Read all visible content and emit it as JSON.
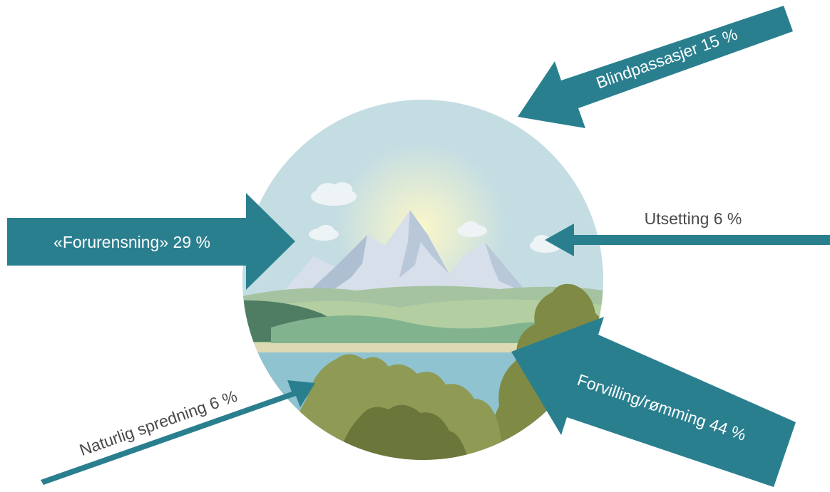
{
  "colors": {
    "arrow": "#2a7f8f",
    "sky": "#c4dde3",
    "water": "#8fc3cf",
    "mountain": "#dfe6ef",
    "hills": "#7db08d",
    "forest": "#7f8a45",
    "label_dark": "#4a4a4a",
    "label_light": "#ffffff"
  },
  "arrows": [
    {
      "id": "forurensning",
      "label": "«Forurensning» 29 %",
      "percent": 29
    },
    {
      "id": "blindpassasjer",
      "label": "Blindpassasjer 15 %",
      "percent": 15
    },
    {
      "id": "utsetting",
      "label": "Utsetting 6 %",
      "percent": 6
    },
    {
      "id": "forvilling",
      "label": "Forvilling/rømming 44 %",
      "percent": 44
    },
    {
      "id": "naturlig",
      "label": "Naturlig spredning 6 %",
      "percent": 6
    }
  ]
}
